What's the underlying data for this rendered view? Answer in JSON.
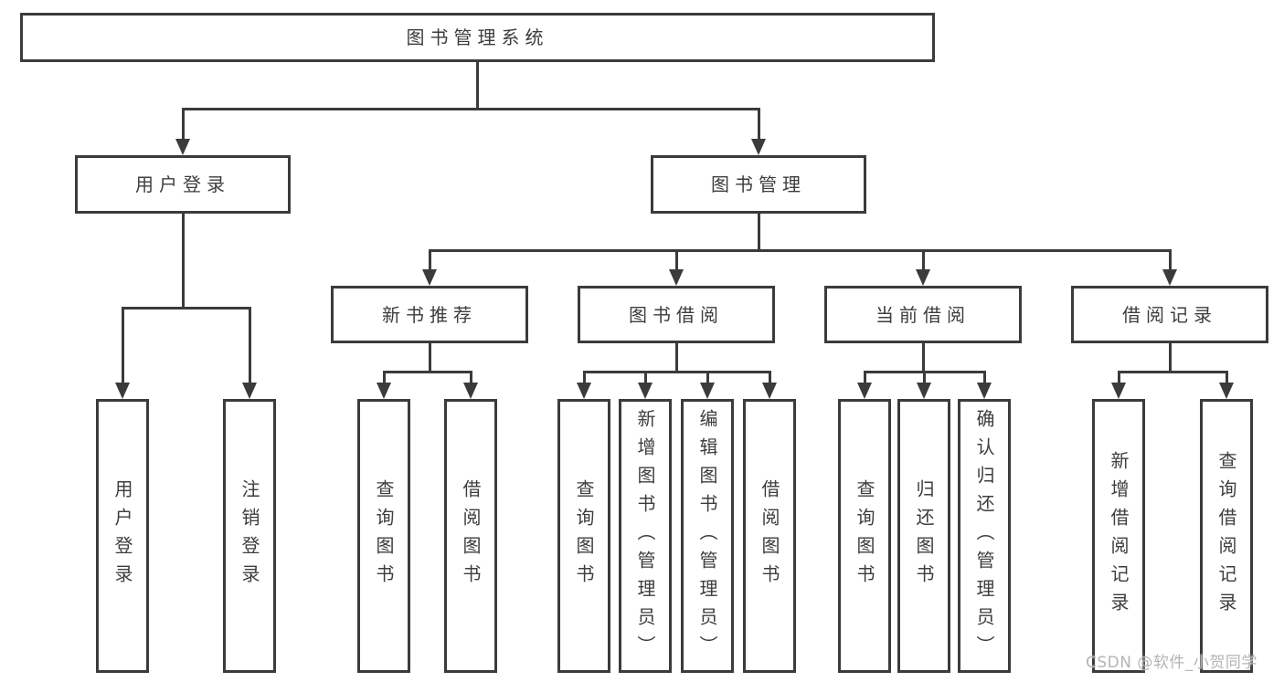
{
  "diagram_title": "图书管理系统",
  "tree": {
    "label": "图书管理系统",
    "children": [
      {
        "label": "用户登录",
        "children": [
          {
            "label": "用户登录"
          },
          {
            "label": "注销登录"
          }
        ]
      },
      {
        "label": "图书管理",
        "children": [
          {
            "label": "新书推荐",
            "children": [
              {
                "label": "查询图书"
              },
              {
                "label": "借阅图书"
              }
            ]
          },
          {
            "label": "图书借阅",
            "children": [
              {
                "label": "查询图书"
              },
              {
                "label": "新增图书（管理员）"
              },
              {
                "label": "编辑图书（管理员）"
              },
              {
                "label": "借阅图书"
              }
            ]
          },
          {
            "label": "当前借阅",
            "children": [
              {
                "label": "查询图书"
              },
              {
                "label": "归还图书"
              },
              {
                "label": "确认归还（管理员）"
              }
            ]
          },
          {
            "label": "借阅记录",
            "children": [
              {
                "label": "新增借阅记录"
              },
              {
                "label": "查询借阅记录"
              }
            ]
          }
        ]
      }
    ]
  },
  "watermark": {
    "text": "CSDN @软件_小贺同学"
  },
  "colors": {
    "line": "#3b3b3b",
    "node_border": "#3b3b3b",
    "text": "#3d3d3d",
    "watermark": "#b0b0b0",
    "background": "#ffffff"
  }
}
